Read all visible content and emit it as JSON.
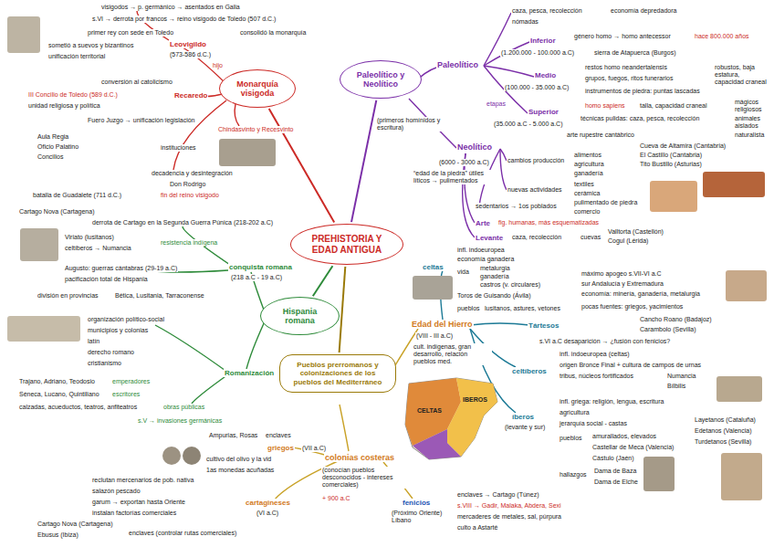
{
  "diagram": {
    "nodes": [
      {
        "text": [
          "PREHISTORIA Y EDAD ANTIGUA"
        ]
      },
      {
        "text": [
          "Paleolítico y Neolítico"
        ]
      },
      {
        "text": [
          "Monarquía visigoda"
        ]
      },
      {
        "text": [
          "Hispania romana"
        ]
      },
      {
        "text": [
          "Pueblos prerromanos y colonizaciones de los pueblos del Mediterráneo"
        ]
      }
    ],
    "edges": [
      {
        "from": 0,
        "to": 1,
        "arrow": "none"
      },
      {
        "from": 0,
        "to": 2,
        "arrow": "none"
      },
      {
        "from": 0,
        "to": 3,
        "arrow": "none"
      },
      {
        "from": 0,
        "to": 4,
        "arrow": "none"
      }
    ],
    "labels": [
      "(primeros homínidos y escritura)",
      "Paleolítico",
      "caza, pesca, recolección",
      "economía depredadora",
      "nómadas",
      "Inferior",
      "género homo → homo antecessor",
      "hace 800.000 años",
      "(1.200.000 - 100.000 a.C)",
      "sierra de Atapuerca (Burgos)",
      "Medio",
      "(100.000 - 35.000 a.C)",
      "restos homo neandertalensis",
      "grupos, fuegos, ritos funerarios",
      "instrumentos de piedra: puntas lascadas",
      "robustos, baja estatura, capacidad craneal",
      "etapas",
      "Superior",
      "(35.000 a.C - 5.000 a.C)",
      "homo sapiens",
      "talla, capacidad craneal",
      "técnicas pulidas: caza, pesca, recolección",
      "arte rupestre cantábrico",
      "Cueva de Altamira (Cantabria)",
      "El Castillo (Cantabria)",
      "Tito Bustillo (Asturias)",
      "mágicos religiosos",
      "animales aislados",
      "naturalista",
      "Neolítico",
      "(6000 - 3000 a.C)",
      "“edad de la piedra” útiles líticos → pulimentados",
      "cambios producción",
      "alimentos",
      "agricultura",
      "ganadería",
      "nuevas actividades",
      "textiles",
      "cerámica",
      "pulimentado de piedra",
      "comercio",
      "sedentarios → 1os poblados",
      "Arte",
      "fig. humanas, más esquematizadas",
      "Levante",
      "caza, recolección",
      "cuevas",
      "Valltorta (Castellón)",
      "Cogul (Lérida)",
      "visigodos → p. germánico → asentados en Galia",
      "s.VI → derrota por francos → reino visigodo de Toledo (507 d.C.)",
      "primer rey con sede en Toledo",
      "sometió a suevos y bizantinos",
      "Leovigildo",
      "(573-586 d.C.)",
      "unificación territorial",
      "consolidó la monarquía",
      "hijo",
      "conversión al catolicismo",
      "Recaredo",
      "III Concilio de Toledo (589 d.C.)",
      "unidad religiosa y política",
      "Fuero Juzgo → unificación legislación",
      "Chindasvinto y Recesvinto",
      "Aula Regia",
      "Oficio Palatino",
      "Concilios",
      "instituciones",
      "decadencia y desintegración",
      "Don Rodrigo",
      "batalla de Guadalete (711 d.C.)",
      "fin del reino visigodo",
      "Cartago Nova (Cartagena)",
      "derrota de Cartago en la Segunda Guerra Púnica (218-202 a.C)",
      "Viriato (lusitanos)",
      "celtíberos → Numancia",
      "resistencia indígena",
      "conquista romana",
      "(218 a.C - 19 a.C)",
      "Augusto: guerras cántabras (29-19 a.C)",
      "pacificación total de Hispania",
      "división en provincias",
      "Bética, Lusitania, Tarraconense",
      "organización político-social",
      "municipios y colonias",
      "latín",
      "derecho romano",
      "cristianismo",
      "Romanización",
      "Trajano, Adriano, Teodosio",
      "emperadores",
      "Séneca, Lucano, Quintiliano",
      "escritores",
      "calzadas, acueductos, teatros, anfiteatros",
      "obras públicas",
      "s.V → invasiones germánicas",
      "Ampurias, Rosas",
      "enclaves",
      "griegos",
      "(VII a.C)",
      "cultivo del olivo y la vid",
      "1as monedas acuñadas",
      "colonias costeras",
      "(conocían pueblos desconocidos - intereses comerciales)",
      "+ 900 a.C",
      "cartagineses",
      "(VI a.C)",
      "reclutan mercenarios de pob. nativa",
      "salazón pescado",
      "garum → exportan hasta Oriente",
      "instalan factorías comerciales",
      "Cartago Nova (Cartagena)",
      "Ebusus (Ibiza)",
      "enclaves (controlar rutas comerciales)",
      "fenicios",
      "(Próximo Oriente) Líbano",
      "enclaves → Cartago (Túnez)",
      "s.VIII → Gadir, Malaka, Abdera, Sexi",
      "mercaderes de metales, sal, púrpura",
      "culto a Astarté",
      "Edad del Hierro",
      "(VIII - III a.C)",
      "cult. indígenas, gran desarrollo, relación pueblos med.",
      "CELTAS",
      "IBEROS",
      "celtas",
      "infl. indoeuropea",
      "economía ganadera",
      "vida",
      "metalurgia",
      "ganadería",
      "castros (v. circulares)",
      "Toros de Guisando (Ávila)",
      "pueblos",
      "lusitanos, astures, vetones",
      "Tártesos",
      "máximo apogeo s.VII-VI a.C",
      "sur Andalucía y Extremadura",
      "economía: minería, ganadería, metalurgia",
      "pocas fuentes: griegos, yacimientos",
      "Cancho Roano (Badajoz)",
      "Carambolo (Sevilla)",
      "s.VI a.C desaparición → ¿fusión con fenicios?",
      "celtíberos",
      "infl. indoeuropea (celtas)",
      "origen Bronce Final + cultura de campos de urnas",
      "tribus, núcleos fortificados",
      "Numancia",
      "Bílbilis",
      "íberos",
      "(levante y sur)",
      "infl. griega: religión, lengua, escritura",
      "agricultura",
      "jerarquía social - castas",
      "pueblos",
      "amurallados, elevados",
      "Castellar de Meca (Valencia)",
      "Cástulo (Jaén)",
      "hallazgos",
      "Dama de Baza",
      "Dama de Elche",
      "Layetanos (Cataluña)",
      "Edetanos (Valencia)",
      "Turdetanos (Sevilla)"
    ]
  }
}
